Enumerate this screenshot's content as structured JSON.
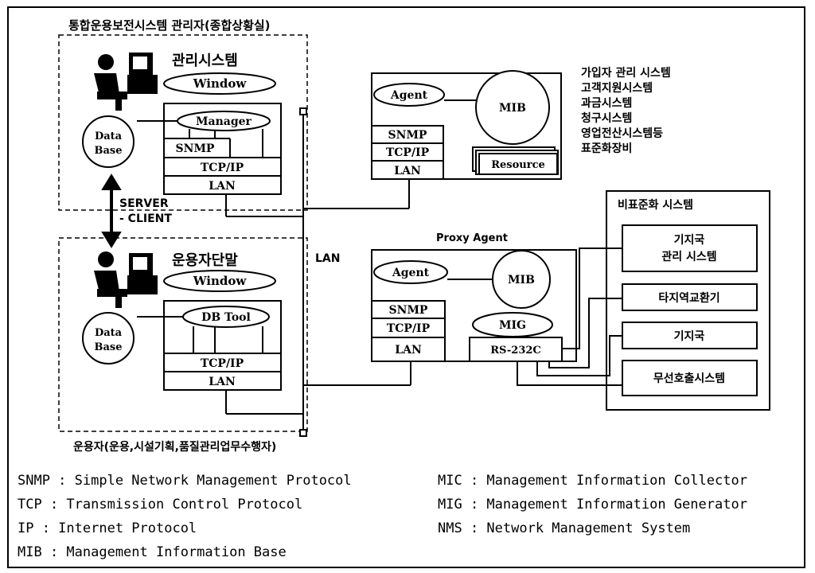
{
  "diagram": {
    "top_title": "통합운용보전시스템 관리자(종합상황실)",
    "bottom_caption": "운용자(운용,시설기획,품질관리업무수행자)",
    "mgmt_system": {
      "title": "관리시스템",
      "window": "Window",
      "manager": "Manager",
      "snmp": "SNMP",
      "tcpip": "TCP/IP",
      "lan": "LAN",
      "database": [
        "Data",
        "Base"
      ]
    },
    "server_client": [
      "SERVER",
      "- CLIENT"
    ],
    "operator_terminal": {
      "title": "운용자단말",
      "window": "Window",
      "dbtool": "DB Tool",
      "tcpip": "TCP/IP",
      "lan": "LAN",
      "database": [
        "Data",
        "Base"
      ]
    },
    "lan_label": "LAN",
    "agent_block": {
      "agent": "Agent",
      "mib": "MIB",
      "snmp": "SNMP",
      "tcpip": "TCP/IP",
      "lan": "LAN",
      "resource": "Resource",
      "systems": [
        "가입자 관리 시스템",
        "고객지원시스템",
        "과금시스템",
        "청구시스템",
        "영업전산시스템등",
        "표준화장비"
      ]
    },
    "proxy_agent": {
      "title": "Proxy Agent",
      "agent": "Agent",
      "mib": "MIB",
      "mig": "MIG",
      "snmp": "SNMP",
      "tcpip": "TCP/IP",
      "lan": "LAN",
      "rs232c": "RS-232C"
    },
    "nonstandard": {
      "title": "비표준화 시스템",
      "items": [
        [
          "기지국",
          "관리 시스템"
        ],
        [
          "타지역교환기"
        ],
        [
          "기지국"
        ],
        [
          "무선호출시스템"
        ]
      ]
    }
  },
  "legend": {
    "left": [
      "SNMP : Simple Network Management Protocol",
      "TCP : Transmission Control Protocol",
      "IP : Internet Protocol",
      "MIB : Management Information Base"
    ],
    "right": [
      "MIC : Management Information Collector",
      "MIG : Management Information Generator",
      "NMS : Network Management System"
    ]
  }
}
